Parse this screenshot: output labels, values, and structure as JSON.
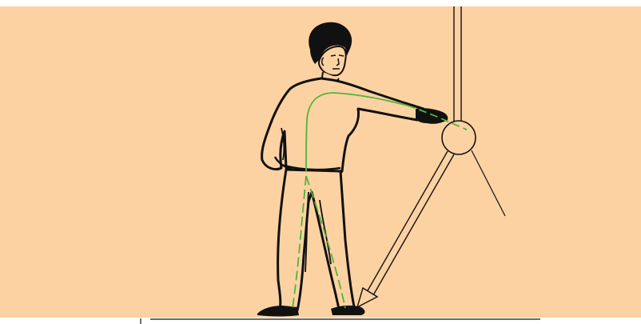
{
  "diagram": {
    "background_color": "#fdd2a2",
    "outline_color": "#111111",
    "guide_line_color": "#4fb53a",
    "figure": "man-pointing-at-ball",
    "objects": [
      "hanging-rod",
      "ball",
      "pendulum-arrow",
      "ground-line"
    ]
  }
}
